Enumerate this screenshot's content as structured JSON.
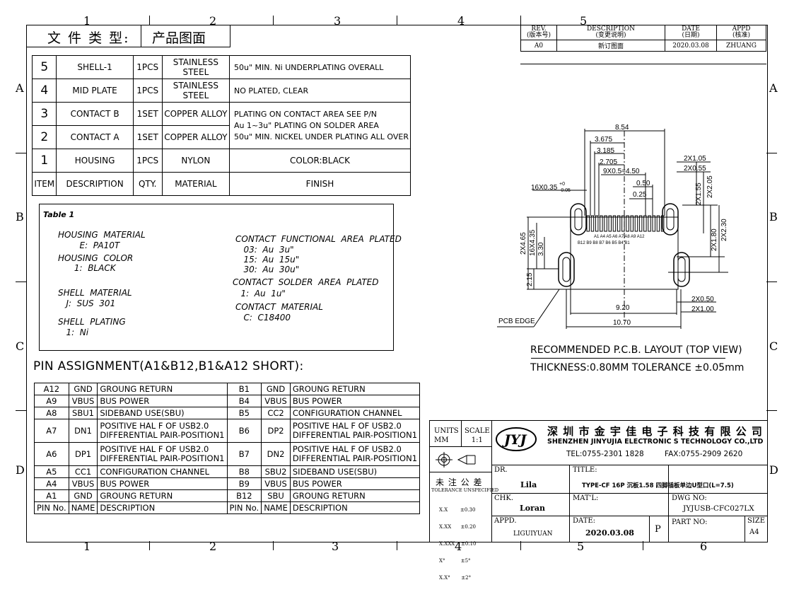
{
  "zones": {
    "cols": [
      "1",
      "2",
      "3",
      "4",
      "5",
      "6"
    ],
    "rows": [
      "A",
      "B",
      "C",
      "D"
    ]
  },
  "doc_type": {
    "label": "文 件 类 型:",
    "value": "产品图面"
  },
  "revision": {
    "headers": [
      "REV.\n(版本号)",
      "DESCRIPTION\n(变更说明)",
      "DATE\n(日期)",
      "APPD\n(核准)"
    ],
    "row": [
      "A0",
      "新订图面",
      "2020.03.08",
      "ZHUANG"
    ]
  },
  "bom": {
    "rows": [
      {
        "item": "5",
        "desc": "SHELL-1",
        "qty": "1PCS",
        "mat": "STAINLESS STEEL",
        "finish": "50u\" MIN. Ni UNDERPLATING OVERALL"
      },
      {
        "item": "4",
        "desc": "MID PLATE",
        "qty": "1PCS",
        "mat": "STAINLESS STEEL",
        "finish": "NO PLATED, CLEAR"
      },
      {
        "item": "3",
        "desc": "CONTACT B",
        "qty": "1SET",
        "mat": "COPPER ALLOY",
        "finish": "PLATING ON CONTACT AREA SEE P/N"
      },
      {
        "item": "2",
        "desc": "CONTACT A",
        "qty": "1SET",
        "mat": "COPPER ALLOY",
        "finish": "Au 1~3u\" PLATING ON SOLDER AREA\n50u\" MIN. NICKEL UNDER PLATING ALL OVER"
      },
      {
        "item": "1",
        "desc": "HOUSING",
        "qty": "1PCS",
        "mat": "NYLON",
        "finish": "COLOR:BLACK"
      }
    ],
    "header": {
      "item": "ITEM",
      "desc": "DESCRIPTION",
      "qty": "QTY.",
      "mat": "MATERIAL",
      "finish": "FINISH"
    }
  },
  "table1": {
    "title": "Table 1",
    "left": [
      "HOUSING  MATERIAL",
      "        E:  PA10T",
      "HOUSING  COLOR",
      "      1:  BLACK",
      "SHELL  MATERIAL",
      "   J:  SUS  301",
      "SHELL  PLATING",
      "   1:  Ni"
    ],
    "right": [
      "CONTACT  FUNCTIONAL  AREA  PLATED",
      "   03:  Au  3u\"",
      "   15:  Au  15u\"",
      "   30:  Au  30u\"",
      "CONTACT  SOLDER  AREA  PLATED",
      "   1:  Au  1u\"",
      "CONTACT  MATERIAL",
      "   C:  C18400"
    ]
  },
  "pin_title": "PIN ASSIGNMENT(A1&B12,B1&A12 SHORT):",
  "pins": {
    "rows": [
      [
        "A12",
        "GND",
        "GROUNG RETURN",
        "B1",
        "GND",
        "GROUNG RETURN"
      ],
      [
        "A9",
        "VBUS",
        "BUS POWER",
        "B4",
        "VBUS",
        "BUS POWER"
      ],
      [
        "A8",
        "SBU1",
        "SIDEBAND USE(SBU)",
        "B5",
        "CC2",
        "CONFIGURATION CHANNEL"
      ],
      [
        "A7",
        "DN1",
        "POSITIVE HAL F OF USB2.0\nDIFFERENTIAL PAIR-POSITION1",
        "B6",
        "DP2",
        "POSITIVE HAL F OF USB2.0\nDIFFERENTIAL PAIR-POSITION1"
      ],
      [
        "A6",
        "DP1",
        "POSITIVE HAL F OF USB2.0\nDIFFERENTIAL PAIR-POSITION1",
        "B7",
        "DN2",
        "POSITIVE HAL F OF USB2.0\nDIFFERENTIAL PAIR-POSITION1"
      ],
      [
        "A5",
        "CC1",
        "CONFIGURATION CHANNEL",
        "B8",
        "SBU2",
        "SIDEBAND USE(SBU)"
      ],
      [
        "A4",
        "VBUS",
        "BUS POWER",
        "B9",
        "VBUS",
        "BUS POWER"
      ],
      [
        "A1",
        "GND",
        "GROUNG RETURN",
        "B12",
        "SBU",
        "GROUNG RETURN"
      ],
      [
        "PIN No.",
        "NAME",
        "DESCRIPTION",
        "PIN No.",
        "NAME",
        "DESCRIPTION"
      ]
    ]
  },
  "drawing": {
    "dims": {
      "d854": "8.54",
      "d3675": "3.675",
      "d3185": "3.185",
      "d2705": "2.705",
      "d9x05": "9X0.5=4.50",
      "d050": "0.50",
      "d025": "0.25",
      "d16x035": "16X0.35",
      "tol_up": "+0",
      "tol_dn": "-0.05",
      "d2x105": "2X1.05",
      "d2x055": "2X0.55",
      "d2x205": "2X2.05",
      "d2x155": "2X1.55",
      "d2x465": "2X4.65",
      "d16x435": "16X4.35",
      "d330": "3.30",
      "d215": "2.15",
      "d2x180": "2X1.80",
      "d2x230": "2X2.30",
      "d2x050": "2X0.50",
      "d2x100": "2X1.00",
      "d920": "9.20",
      "d1070": "10.70"
    },
    "pcb_edge": "PCB EDGE",
    "top_pins": "A1 A4 A5  A6 A7 A8 A9 A12",
    "bot_pins": "B12 B9 B8 B7  B6 B5 B4 B1",
    "caption": "RECOMMENDED   P.C.B. LAYOUT (TOP VIEW)",
    "note": "THICKNESS:0.80MM   TOLERANCE   ±0.05mm"
  },
  "titleblock": {
    "units_label": "UNITS\nMM",
    "scale_label": "SCALE\n1:1",
    "company_cn": "深 圳 市 金 宇 佳 电 子 科 技 有 限 公 司",
    "company_en": "SHENZHEN JINYUJIA ELECTRONIC S TECHNOLOGY  CO.,LTD",
    "tel": "TEL:0755-2301 1828",
    "fax": "FAX:0755-2909 2620",
    "logo": "JYJ",
    "tol_title": "未 注 公 差",
    "tol_sub": "TOLERANCE UNSPECIFIED",
    "tols": [
      "X.X        ±0.30",
      "X.XX      ±0.20",
      "X.XXX    ±0.10",
      "X°          ±5°",
      "X.X°       ±2°"
    ],
    "dr_label": "DR.",
    "dr": "Lila",
    "chk_label": "CHK.",
    "chk": "Loran",
    "appd_label": "APPD.",
    "appd": "LIGUIYUAN",
    "title_label": "TITLE:",
    "title": "TYPE-CF 16P 沉板1.58 四脚插板单边U型口(L=7.5)",
    "matl_label": "MAT'L:",
    "dwg_label": "DWG NO:",
    "dwg": "JYJUSB-CFC027LX",
    "date_label": "DATE:",
    "date": "2020.03.08",
    "sheet": "P",
    "part_label": "PART NO:",
    "size_label": "SIZE",
    "size": "A4"
  }
}
